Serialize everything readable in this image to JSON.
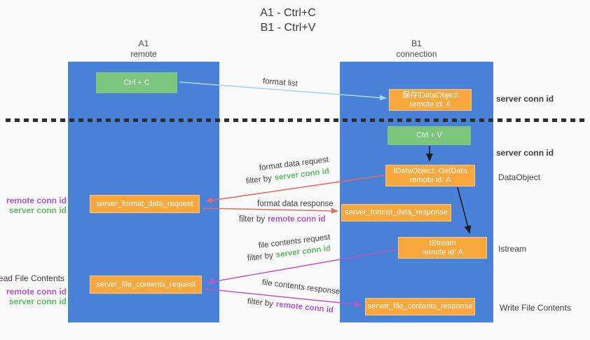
{
  "title": {
    "line1": "A1 - Ctrl+C",
    "line2": "B1 - Ctrl+V"
  },
  "lanes": [
    {
      "name": "A1",
      "subtitle": "remote"
    },
    {
      "name": "B1",
      "subtitle": "connection"
    }
  ],
  "boxes": {
    "ctrl_c": {
      "label": "Ctrl + C"
    },
    "ctrl_v": {
      "label": "Ctrl + V"
    },
    "save_dataobject": {
      "line1": "保存IDataObject",
      "line2": "remote id: A"
    },
    "getdata": {
      "line1": "IDataObject::GetData",
      "line2": "remote id: A"
    },
    "istream": {
      "line1": "IStream",
      "line2": "remote id: A"
    },
    "format_request": {
      "label": "server_format_data_request"
    },
    "format_response": {
      "label": "server_format_data_response"
    },
    "file_request": {
      "label": "server_file_contents_request"
    },
    "file_response": {
      "label": "server_file_contents_response"
    }
  },
  "arrow_labels": {
    "format_list": "format list",
    "format_data_request": "format data request",
    "format_data_response": "format data response",
    "file_contents_request": "file contents request",
    "file_contents_response": "file contents response",
    "filter_by": "filter by",
    "server_conn_id": "server conn id",
    "remote_conn_id": "remote conn id"
  },
  "side_labels": {
    "server_conn_id_top": "server conn id",
    "server_conn_id_mid": "server conn id",
    "dataobject": "DataObject",
    "istream": "Istream",
    "read_file_contents": "Read File Contents",
    "write_file_contents": "Write File Contents",
    "remote_conn_id": "remote conn id",
    "server_conn_id": "server conn id"
  },
  "colors": {
    "lane_blue": "#4a81d8",
    "box_green": "#7cc57d",
    "box_orange": "#f9a83e",
    "arrow_light_blue": "#a9d3ee",
    "arrow_black": "#1e1e1e",
    "arrow_red": "#e5695e",
    "arrow_magenta": "#bf55c3",
    "text_green": "#5fbc66",
    "text_purple": "#b058c6"
  }
}
